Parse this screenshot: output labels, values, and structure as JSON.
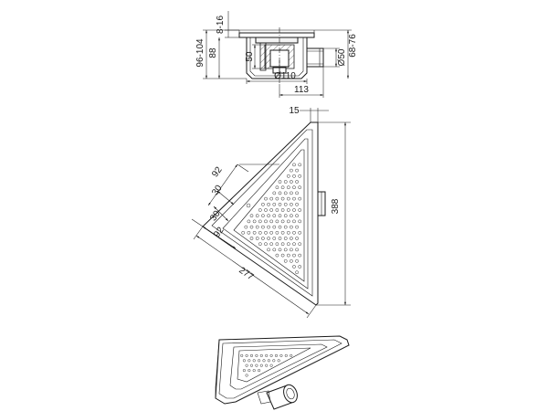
{
  "section_view": {
    "dims": {
      "top_flange": "8-16",
      "overall_height_range": "96-104",
      "body_height": "88",
      "trap_depth": "50",
      "body_diameter": "Ø110",
      "outlet_offset": "113",
      "outlet_diameter": "Ø50",
      "outlet_height_range": "68-76"
    }
  },
  "plan_view": {
    "dims": {
      "rim_width": "15",
      "leg_upper": "92",
      "offset_upper": "30",
      "offset_lower": "30",
      "leg_lower": "92",
      "hypotenuse": "277",
      "height": "388"
    }
  },
  "perspective_view": {}
}
